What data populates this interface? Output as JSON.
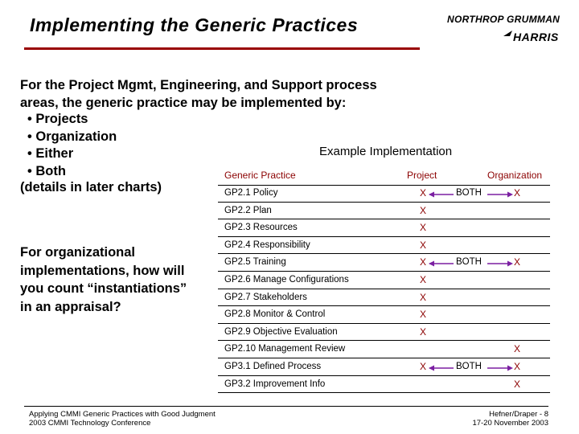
{
  "slide": {
    "title": "Implementing the Generic Practices",
    "logos": {
      "northrop": "NORTHROP GRUMMAN",
      "harris": "HARRIS"
    },
    "intro_line1": "For the Project Mgmt, Engineering, and Support process",
    "intro_line2": "areas, the generic practice may be implemented by:",
    "bullets": [
      "Projects",
      "Organization",
      "Either",
      "Both"
    ],
    "details": "(details in later charts)",
    "question": [
      "For organizational",
      "implementations, how will",
      "you count “instantiations”",
      "in an appraisal?"
    ],
    "example_title": "Example Implementation"
  },
  "table": {
    "headers": {
      "practice": "Generic Practice",
      "project": "Project",
      "organization": "Organization"
    },
    "rows": [
      {
        "practice": "GP2.1 Policy",
        "project": "X",
        "both": "BOTH",
        "organization": "X"
      },
      {
        "practice": "GP2.2 Plan",
        "project": "X",
        "both": "",
        "organization": ""
      },
      {
        "practice": "GP2.3 Resources",
        "project": "X",
        "both": "",
        "organization": ""
      },
      {
        "practice": "GP2.4 Responsibility",
        "project": "X",
        "both": "",
        "organization": ""
      },
      {
        "practice": "GP2.5 Training",
        "project": "X",
        "both": "BOTH",
        "organization": "X"
      },
      {
        "practice": "GP2.6 Manage Configurations",
        "project": "X",
        "both": "",
        "organization": ""
      },
      {
        "practice": "GP2.7 Stakeholders",
        "project": "X",
        "both": "",
        "organization": ""
      },
      {
        "practice": "GP2.8 Monitor & Control",
        "project": "X",
        "both": "",
        "organization": ""
      },
      {
        "practice": "GP2.9 Objective Evaluation",
        "project": "X",
        "both": "",
        "organization": ""
      },
      {
        "practice": "GP2.10 Management Review",
        "project": "",
        "both": "",
        "organization": "X"
      },
      {
        "practice": "GP3.1 Defined Process",
        "project": "X",
        "both": "BOTH",
        "organization": "X"
      },
      {
        "practice": "GP3.2 Improvement Info",
        "project": "",
        "both": "",
        "organization": "X"
      }
    ]
  },
  "footer": {
    "left_line1": "Applying CMMI Generic Practices with Good Judgment",
    "left_line2": "2003 CMMI Technology Conference",
    "right_line1": "Hefner/Draper - 8",
    "right_line2": "17-20 November 2003"
  },
  "colors": {
    "title_rule": "#990000",
    "marks": "#8b0000",
    "arrow": "#7b1fa2"
  }
}
